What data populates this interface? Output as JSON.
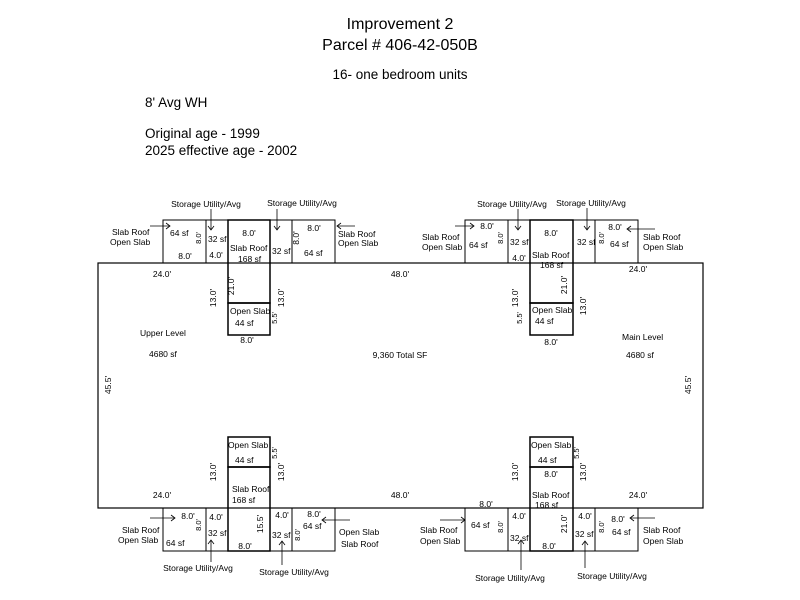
{
  "header": {
    "title": "Improvement 2",
    "parcel": "Parcel # 406-42-050B",
    "units": "16- one bedroom units"
  },
  "notes": {
    "wall_height": "8' Avg WH",
    "original_age": "Original age - 1999",
    "effective_age": "2025 effective age - 2002"
  },
  "plan": {
    "total": "9,360 Total SF",
    "levels": [
      {
        "name": "Upper Level",
        "area": "4680 sf"
      },
      {
        "name": "Main Level",
        "area": "4680 sf"
      }
    ],
    "main_dims": {
      "width": "48.0'",
      "side_segment": "24.0'",
      "depth": "45.5'"
    },
    "labels": {
      "storage": "Storage Utility/Avg",
      "slab_roof": "Slab Roof",
      "open_slab": "Open Slab",
      "area_64": "64 sf",
      "area_32": "32 sf",
      "area_168": "168 sf",
      "area_44": "44 sf",
      "dim_8": "8.0'",
      "dim_4": "4.0'",
      "dim_13": "13.0'",
      "dim_21": "21.0'",
      "dim_55": "5.5'",
      "dim_155": "15.5'"
    }
  }
}
